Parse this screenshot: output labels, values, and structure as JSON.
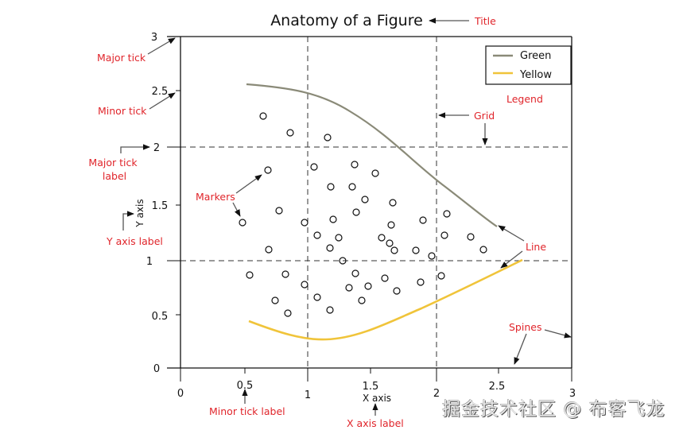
{
  "figure": {
    "title": "Anatomy of a Figure",
    "xlabel": "X axis",
    "ylabel": "Y axis",
    "x_ticks": [
      {
        "value": 0,
        "label": "0",
        "kind": "major"
      },
      {
        "value": 0.5,
        "label": "0.5",
        "kind": "minor"
      },
      {
        "value": 1,
        "label": "1",
        "kind": "major"
      },
      {
        "value": 1.5,
        "label": "1.5",
        "kind": "minor"
      },
      {
        "value": 2,
        "label": "2",
        "kind": "major"
      },
      {
        "value": 2.5,
        "label": "2.5",
        "kind": "minor"
      },
      {
        "value": 3,
        "label": "3",
        "kind": "major"
      }
    ],
    "y_ticks": [
      {
        "value": 0,
        "label": "0",
        "kind": "major"
      },
      {
        "value": 0.5,
        "label": "0.5",
        "kind": "minor"
      },
      {
        "value": 1,
        "label": "1",
        "kind": "major"
      },
      {
        "value": 1.5,
        "label": "1.5",
        "kind": "minor"
      },
      {
        "value": 2,
        "label": "2",
        "kind": "major"
      },
      {
        "value": 2.5,
        "label": "2.5",
        "kind": "minor"
      },
      {
        "value": 3,
        "label": "3",
        "kind": "major"
      }
    ],
    "legend": [
      {
        "label": "Green",
        "color": "#8a8a78"
      },
      {
        "label": "Yellow",
        "color": "#f0c43a"
      }
    ]
  },
  "annotations": {
    "title": "Title",
    "major_tick": "Major tick",
    "minor_tick": "Minor tick",
    "major_tick_label_1": "Major tick",
    "major_tick_label_2": "label",
    "y_axis_label": "Y axis label",
    "markers": "Markers",
    "legend": "Legend",
    "grid": "Grid",
    "line": "Line",
    "spines": "Spines",
    "minor_tick_label": "Minor tick label",
    "x_axis_label": "X axis label"
  },
  "watermark": "掘金技术社区 @ 布客飞龙",
  "colors": {
    "annotation": "#e0252b",
    "green_line": "#8a8a78",
    "yellow_line": "#f0c43a",
    "grid": "#333333"
  },
  "chart_data": {
    "type": "line",
    "title": "Anatomy of a Figure",
    "xlabel": "X axis",
    "ylabel": "Y axis",
    "xlim": [
      0,
      3
    ],
    "ylim": [
      0,
      3
    ],
    "grid": true,
    "grid_lines": {
      "x": [
        1,
        2
      ],
      "y": [
        1,
        2
      ]
    },
    "legend_position": "upper right",
    "series": [
      {
        "name": "Green",
        "type": "line",
        "color": "#8a8a78",
        "x": [
          0.5,
          0.75,
          1.0,
          1.25,
          1.5,
          1.75,
          2.0,
          2.25,
          2.5
        ],
        "y": [
          2.55,
          2.52,
          2.44,
          2.28,
          2.06,
          1.78,
          1.5,
          1.3,
          1.17
        ]
      },
      {
        "name": "Yellow",
        "type": "line",
        "color": "#f0c43a",
        "x": [
          0.5,
          0.75,
          1.0,
          1.25,
          1.5,
          1.75,
          2.0,
          2.25,
          2.5,
          2.6
        ],
        "y": [
          0.43,
          0.34,
          0.27,
          0.27,
          0.33,
          0.45,
          0.6,
          0.76,
          0.92,
          1.0
        ]
      },
      {
        "name": "Markers",
        "type": "scatter",
        "marker": "o",
        "points": [
          [
            0.65,
            2.28
          ],
          [
            0.86,
            2.13
          ],
          [
            1.14,
            2.09
          ],
          [
            0.67,
            1.81
          ],
          [
            1.05,
            1.84
          ],
          [
            1.33,
            1.85
          ],
          [
            1.48,
            1.77
          ],
          [
            1.18,
            1.66
          ],
          [
            1.34,
            1.66
          ],
          [
            1.42,
            1.55
          ],
          [
            1.63,
            1.52
          ],
          [
            0.48,
            1.34
          ],
          [
            0.76,
            1.45
          ],
          [
            0.96,
            1.34
          ],
          [
            1.36,
            1.43
          ],
          [
            1.18,
            1.37
          ],
          [
            1.6,
            1.32
          ],
          [
            2.08,
            1.42
          ],
          [
            1.9,
            1.36
          ],
          [
            1.06,
            1.23
          ],
          [
            1.22,
            1.21
          ],
          [
            1.55,
            1.2
          ],
          [
            1.6,
            1.15
          ],
          [
            2.06,
            1.23
          ],
          [
            2.3,
            1.22
          ],
          [
            0.68,
            1.09
          ],
          [
            1.15,
            1.1
          ],
          [
            1.64,
            1.09
          ],
          [
            1.83,
            1.09
          ],
          [
            1.95,
            1.04
          ],
          [
            2.38,
            1.1
          ],
          [
            1.25,
            1.0
          ],
          [
            0.54,
            0.86
          ],
          [
            0.81,
            0.87
          ],
          [
            1.34,
            0.88
          ],
          [
            0.96,
            0.78
          ],
          [
            1.59,
            0.84
          ],
          [
            2.03,
            0.85
          ],
          [
            1.31,
            0.74
          ],
          [
            1.45,
            0.76
          ],
          [
            1.88,
            0.79
          ],
          [
            1.68,
            0.71
          ],
          [
            0.73,
            0.63
          ],
          [
            1.08,
            0.65
          ],
          [
            1.4,
            0.63
          ],
          [
            0.83,
            0.51
          ],
          [
            1.15,
            0.54
          ]
        ]
      }
    ]
  }
}
